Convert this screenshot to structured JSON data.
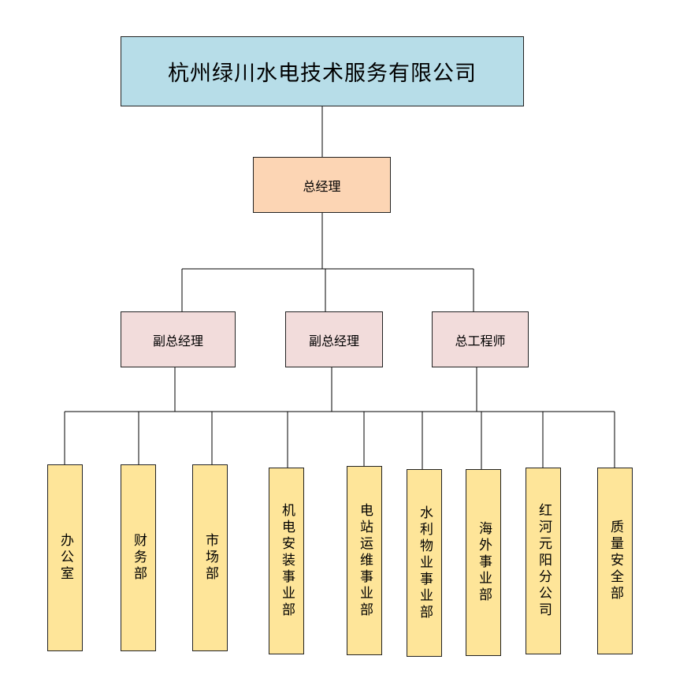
{
  "company": "杭州绿川水电技术服务有限公司",
  "general_manager": "总经理",
  "level2": [
    "副总经理",
    "副总经理",
    "总工程师"
  ],
  "departments": [
    "办公室",
    "财务部",
    "市场部",
    "机电安装事业部",
    "电站运维事业部",
    "水利物业事业部",
    "海外事业部",
    "红河元阳分公司",
    "质量安全部"
  ],
  "colors": {
    "company_fill": "#b7dde8",
    "gm_fill": "#fcd5b4",
    "level2_fill": "#f2dcdb",
    "dept_fill": "#fee599",
    "line": "#000000"
  }
}
